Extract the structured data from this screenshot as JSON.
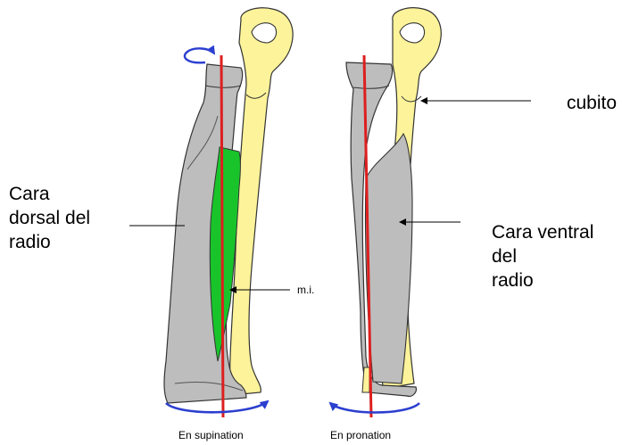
{
  "labels": {
    "left_face": [
      "Cara",
      "dorsal del",
      "radio"
    ],
    "right_face": [
      "Cara ventral",
      "del",
      "radio"
    ],
    "ulna": "cubito",
    "membrane": "m.i.",
    "caption_left": "En supination",
    "caption_right": "En pronation"
  },
  "colors": {
    "radius_fill": "#bdbdbd",
    "ulna_fill": "#fdf39a",
    "membrane_fill": "#19c42b",
    "axis_line": "#dd1f1f",
    "rotation_arrow": "#2b3fd0",
    "outline": "#333333"
  },
  "icons": {
    "rotation_arrows": "curved-arrow-icon",
    "pointer_arrows": "arrow-left-icon"
  }
}
